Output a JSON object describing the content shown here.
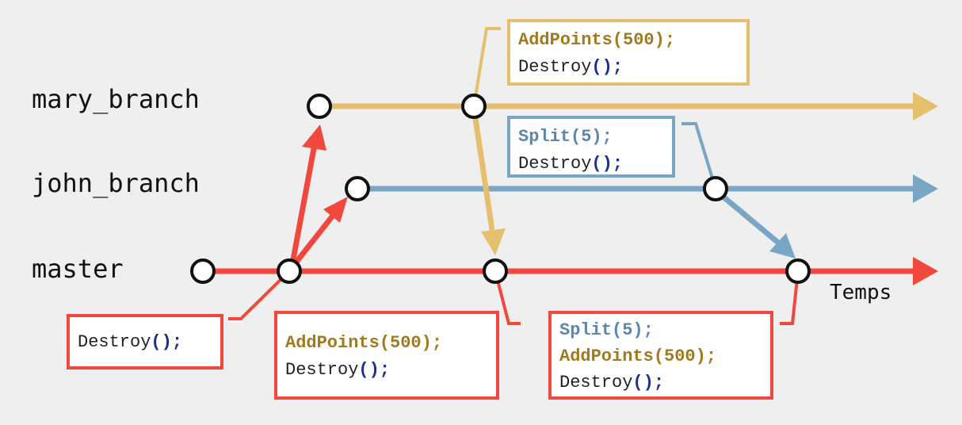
{
  "colors": {
    "master": "#f0483c",
    "john": "#7aa6c5",
    "mary": "#e4bf6d",
    "commit_stroke": "#111111",
    "commit_fill": "#ffffff",
    "code_add": "#a07a1e",
    "code_split": "#5d86a8",
    "code_paren": "#1e2f8e"
  },
  "branches": [
    {
      "name": "mary_branch"
    },
    {
      "name": "john_branch"
    },
    {
      "name": "master"
    }
  ],
  "axis_label": "Temps",
  "boxes": {
    "master_first": [
      {
        "fn": "Destroy",
        "args": "",
        "style": "plain"
      }
    ],
    "master_second": [
      {
        "fn": "AddPoints",
        "args": "500",
        "style": "add"
      },
      {
        "fn": "Destroy",
        "args": "",
        "style": "plain"
      }
    ],
    "master_third": [
      {
        "fn": "Split",
        "args": "5",
        "style": "split"
      },
      {
        "fn": "AddPoints",
        "args": "500",
        "style": "add"
      },
      {
        "fn": "Destroy",
        "args": "",
        "style": "plain"
      }
    ],
    "mary_commit": [
      {
        "fn": "AddPoints",
        "args": "500",
        "style": "add"
      },
      {
        "fn": "Destroy",
        "args": "",
        "style": "plain"
      }
    ],
    "john_commit": [
      {
        "fn": "Split",
        "args": "5",
        "style": "split"
      },
      {
        "fn": "Destroy",
        "args": "",
        "style": "plain"
      }
    ]
  }
}
